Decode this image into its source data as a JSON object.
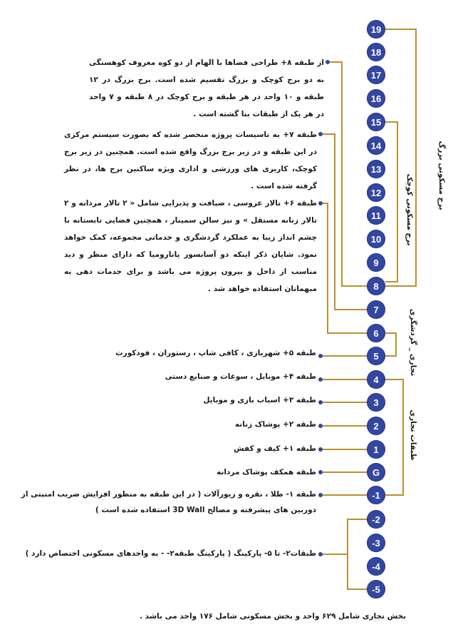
{
  "colors": {
    "floor_fill": "#3347a0",
    "connector": "#b8912f",
    "text": "#1a1a1a"
  },
  "floors": [
    "19",
    "18",
    "17",
    "16",
    "15",
    "14",
    "13",
    "12",
    "11",
    "10",
    "9",
    "8",
    "7",
    "6",
    "5",
    "4",
    "3",
    "2",
    "1",
    "G",
    "-1",
    "-2",
    "-3",
    "-4",
    "-5"
  ],
  "paragraphs": {
    "p8": "از طبقه ۸+ طراحی فضاها با الهام از دو کوه معروف کوهسنگی به دو برج کوچک و بزرگ تقسیم شده است. برج بزرگ در ۱۲ طبقه و ۱۰ واحد در هر طبقه و برج کوچک در ۸ طبقه و ۷ واحد در هر یک از طبقات بنا گشته است .",
    "p7": "طبقه ۷+ به تاسیسات پروژه منحصر شده که بصورت سیستم مرکزی در این طبقه و در زیر برج بزرگ واقع شده است. همچنین در زیر برج کوچک، کاربری های ورزشی و اداری ویژه ساکنین برج ها، در نظر گرفته شده است .",
    "p6": "طبقه ۶+ تالار عروسی ، ضیافت و پذیرایی شامل « ۲ تالار مردانه و ۲ تالار زنانه مستقل » و نیز سالن سمینار ، همچنین فضایی تابستانه با چشم انداز زیبا به عملکرد گردشگری و خدماتی مجموعه، کمک خواهد نمود. شایان ذکر اینکه دو آسانسور پانارومیا که دارای منظر و دید مناسب از داخل و بیرون پروژه می باشد و برای خدمات دهی به میهمانان استفاده خواهد شد ."
  },
  "labels": {
    "f5": "طبقه ۵+ شهربازی ، کافی شاپ ، رستوران ، فودکورت",
    "f4": "طبقه ۴+ موبایل ، سوغات و صنایع دستی",
    "f3": "طبقه ۳+ اسباب بازی و موبایل",
    "f2": "طبقه ۲+ پوشاک زنانه",
    "f1": "طبقه ۱+ کیف و کفش",
    "fg": "طبقه همکف پوشاک مردانه",
    "fm1_line1": "طبقه ۱- طلا ، نقره و زیورآلات ( در این طبقه به منظور افزایش ضریب امنیتی از",
    "fm1_line2": "دوربین های پیشرفته و مصالح 3D Wall استفاده شده است )",
    "parking": "طبقات۲- تا ۵- پارکینگ ( پارکینگ طبقه۲- - به واحدهای مسکونی اختصاص دارد )"
  },
  "groups": {
    "large_tower": "برج مسکونی بزرگ",
    "small_tower": "برج مسکونی کوچک",
    "tourism": "تجاری _ گردشگری",
    "commercial": "طبقات تجاری"
  },
  "footer": "بخش تجاری شامل ۶۲۹ واحد و بخش مسکونی شامل ۱۷۶ واحد می باشد ."
}
